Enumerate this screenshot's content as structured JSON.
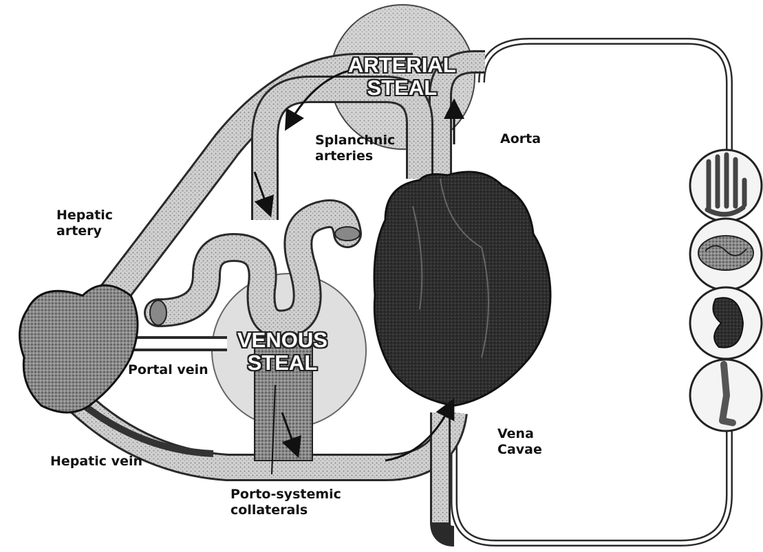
{
  "labels": {
    "arterial_steal": [
      "ARTERIAL",
      "STEAL"
    ],
    "venous_steal": [
      "VENOUS",
      "STEAL"
    ],
    "splanchnic_arteries": [
      "Splanchnic",
      "arteries"
    ],
    "aorta": "Aorta",
    "hepatic_artery": [
      "Hepatic",
      "artery"
    ],
    "portal_vein": "Portal vein",
    "hepatic_vein": "Hepatic vein",
    "vena_cavae": [
      "Vena",
      "Cavae"
    ],
    "porto_systemic_collaterals": [
      "Porto-systemic",
      "collaterals"
    ]
  },
  "organ_icons": [
    "hand-icon",
    "brain-icon",
    "kidney-icon",
    "leg-icon"
  ],
  "colors": {
    "stippled_vessel": "#c8c8c8",
    "vessel_outline": "#2a2a2a",
    "heart": "#2b2b2b",
    "liver": "#7a7a7a",
    "steal_zone": "#bdbdbd"
  }
}
